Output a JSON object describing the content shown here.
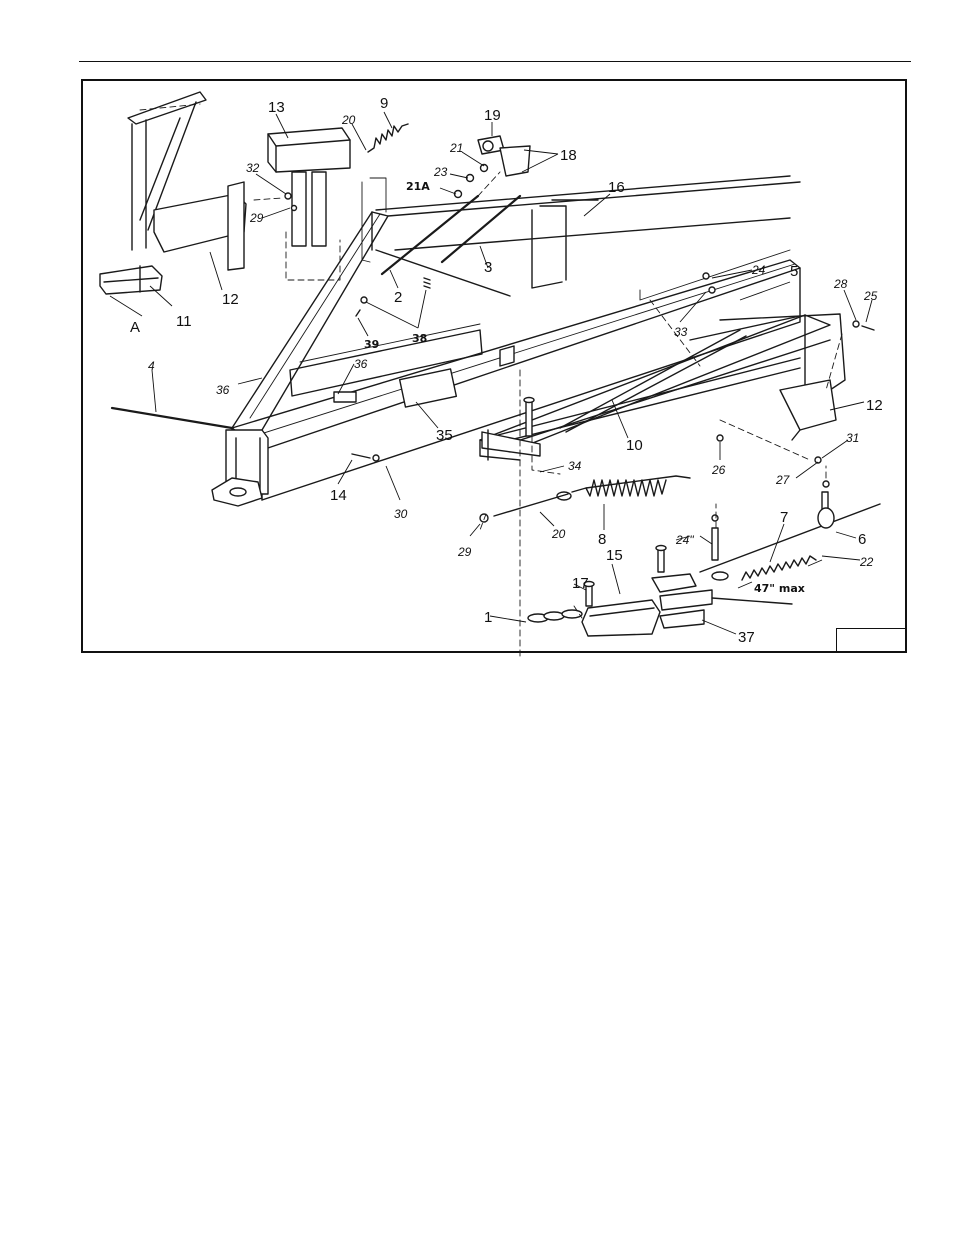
{
  "figure": {
    "callouts": {
      "c13": "13",
      "c9": "9",
      "c20a": "20",
      "c19": "19",
      "c18": "18",
      "c21": "21",
      "c23": "23",
      "c21a": "21A",
      "c32": "32",
      "c29a": "29",
      "c16": "16",
      "c24": "24",
      "c5": "5",
      "c28": "28",
      "c25": "25",
      "c12a": "12",
      "c2": "2",
      "c3": "3",
      "c38": "38",
      "c39": "39",
      "c33": "33",
      "cA": "A",
      "c11": "11",
      "c4": "4",
      "c36a": "36",
      "c36b": "36",
      "c35": "35",
      "c10": "10",
      "c12b": "12",
      "c31": "31",
      "c26": "26",
      "c27": "27",
      "c34": "34",
      "c14": "14",
      "c30": "30",
      "c20b": "20",
      "c8": "8",
      "c29b": "29",
      "c7": "7",
      "c6": "6",
      "c22": "22",
      "c15": "15",
      "c17": "17",
      "c1": "1",
      "c37": "37"
    },
    "dimensions": {
      "d24": "24\"",
      "d47": "47\" max"
    }
  }
}
